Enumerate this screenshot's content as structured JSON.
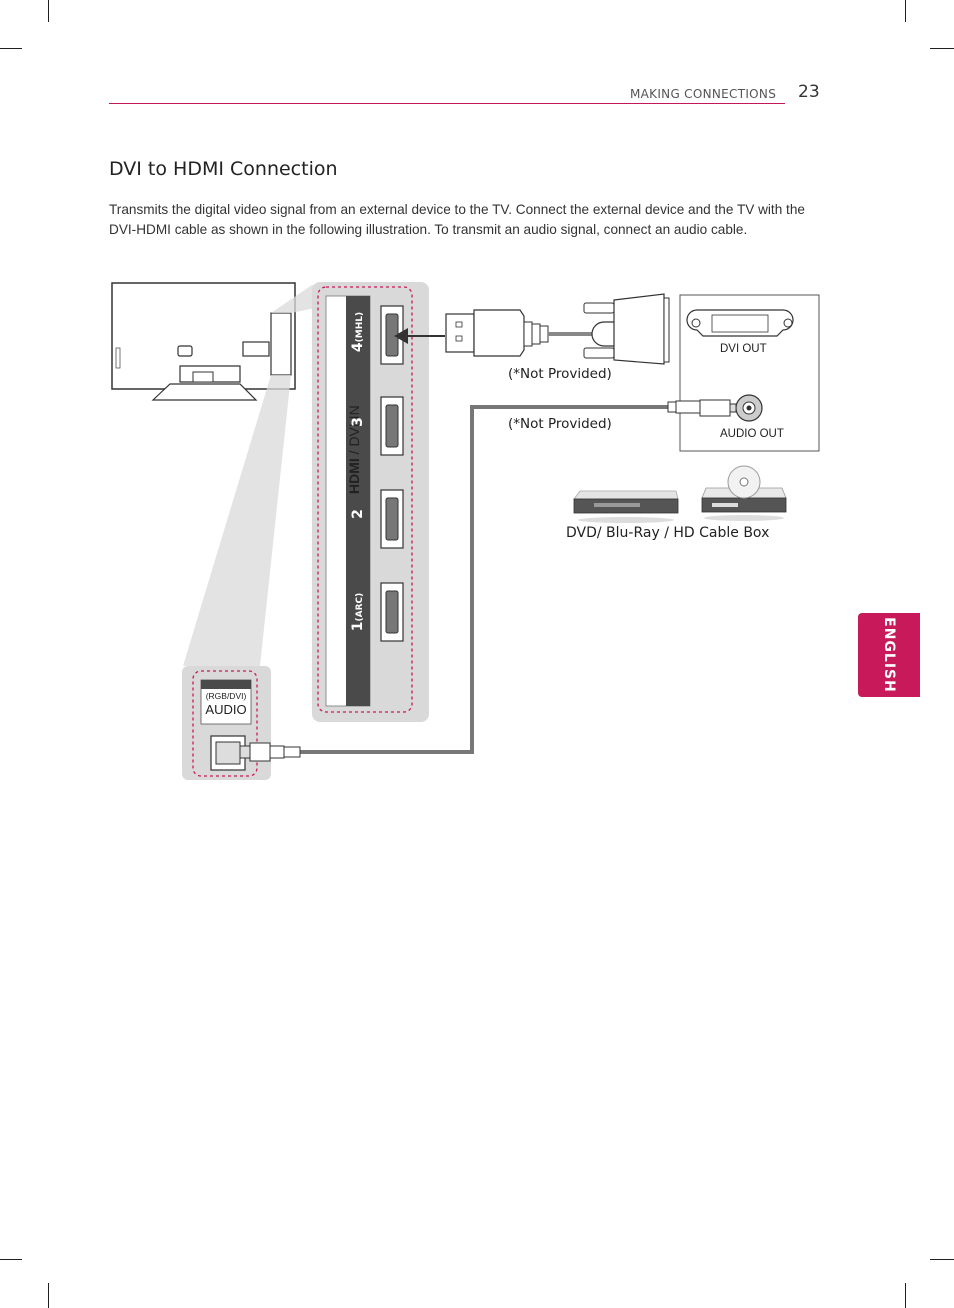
{
  "header": {
    "section": "MAKING CONNECTIONS",
    "page_number": "23"
  },
  "title": "DVI to HDMI Connection",
  "body": "Transmits the digital video signal from an external device to the TV. Connect the external device and the TV with the DVI-HDMI cable as shown in the following illustration. To transmit an audio signal, connect an audio cable.",
  "side_tab": "ENGLISH",
  "diagram": {
    "hdmi_panel_label": "/ DVI IN",
    "hdmi_logo": "HDMI",
    "ports": [
      {
        "number": "4",
        "note": "(MHL)"
      },
      {
        "number": "3",
        "note": ""
      },
      {
        "number": "2",
        "note": ""
      },
      {
        "number": "1",
        "note": "(ARC)"
      }
    ],
    "audio_panel": {
      "top": "(RGB/DVI)",
      "bottom": "AUDIO"
    },
    "not_provided_1": "(*Not Provided)",
    "not_provided_2": "(*Not Provided)",
    "dvi_out": "DVI OUT",
    "audio_out": "AUDIO OUT",
    "device_caption": "DVD/ Blu-Ray / HD Cable Box"
  },
  "colors": {
    "accent": "#c8195a",
    "panel_gray": "#d9d9d9",
    "dark_strip": "#4a4a4a"
  }
}
